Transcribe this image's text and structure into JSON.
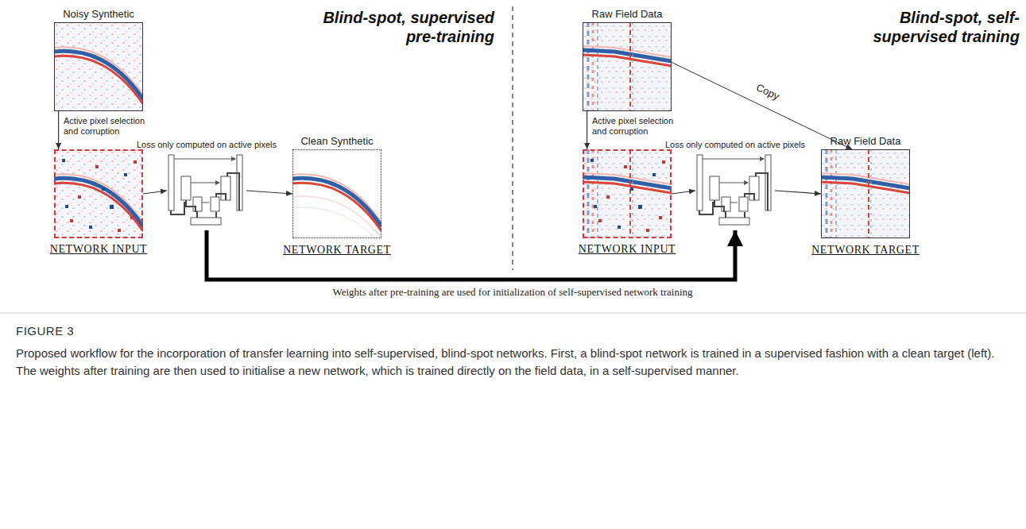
{
  "diagram": {
    "caption": "Proposed workflow for the incorporation of transfer learning into self-supervised, blind-spot networks. First, a blind-spot network is trained in a supervised fashion with a clean target (left). The weights after training are then used to initialise a new network, which is trained directly on the field data, in a self-supervised manner.",
    "nodes": [
      {
        "text": [
          "Noisy Synthetic"
        ]
      },
      {
        "text": [
          "NETWORK INPUT"
        ]
      },
      {
        "text": [
          "Loss only computed on active pixels"
        ]
      },
      {
        "text": [
          "Clean Synthetic",
          "NETWORK TARGET"
        ]
      },
      {
        "text": [
          "Raw Field Data"
        ]
      },
      {
        "text": [
          "NETWORK INPUT"
        ]
      },
      {
        "text": [
          "Loss only computed on active pixels"
        ]
      },
      {
        "text": [
          "Raw Field Data",
          "NETWORK TARGET"
        ]
      }
    ],
    "edges": [
      {
        "from": 0,
        "to": 1,
        "arrow": "to",
        "label": "Active pixel selection and corruption"
      },
      {
        "from": 1,
        "to": 2,
        "arrow": "to"
      },
      {
        "from": 2,
        "to": 3,
        "arrow": "to"
      },
      {
        "from": 4,
        "to": 5,
        "arrow": "to",
        "label": "Active pixel selection and corruption"
      },
      {
        "from": 5,
        "to": 6,
        "arrow": "to"
      },
      {
        "from": 6,
        "to": 7,
        "arrow": "to"
      },
      {
        "from": 4,
        "to": 7,
        "arrow": "to",
        "label": "Copy"
      },
      {
        "from": 2,
        "to": 6,
        "arrow": "to",
        "label": "Weights after pre-training are used for initialization of self-supervised network training"
      }
    ],
    "labels": [
      "Blind-spot, supervised pre-training",
      "Blind-spot, self-supervised training",
      "FIGURE 3"
    ]
  }
}
